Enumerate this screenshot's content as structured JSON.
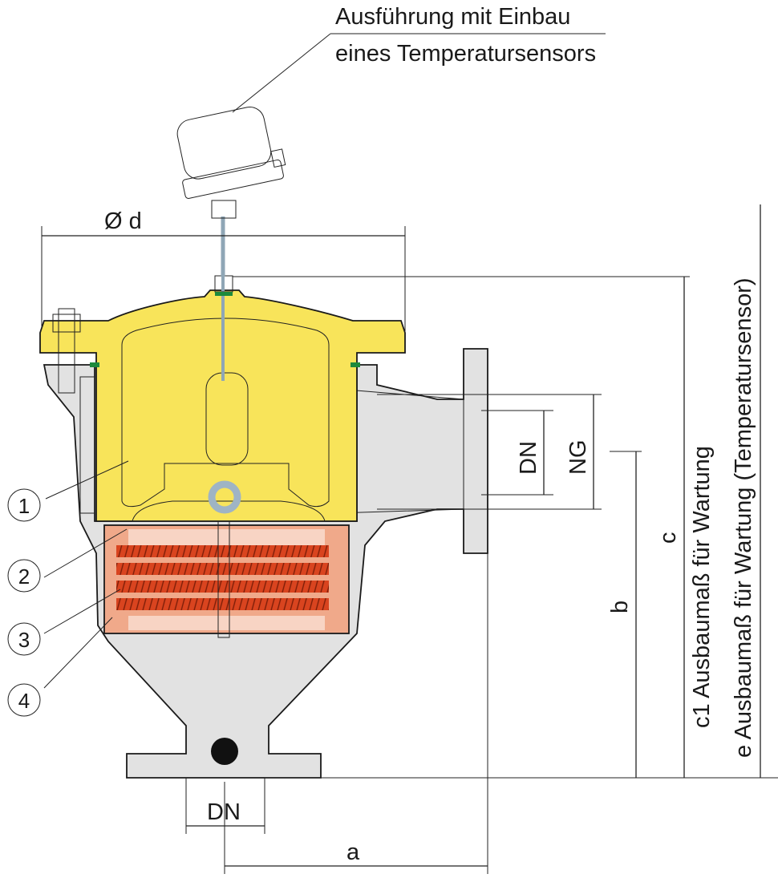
{
  "title": {
    "line1": "Ausführung mit Einbau",
    "line2": "eines Temperatursensors"
  },
  "dimensions": {
    "diameter": "Ø d",
    "dn_outlet": "DN",
    "ng": "NG",
    "dn_inlet": "DN",
    "a": "a",
    "b": "b",
    "c": "c",
    "c1": "c1 Ausbaumaß für Wartung",
    "e": "e Ausbaumaß für Wartung (Temperatursensor)"
  },
  "part_callouts": [
    "1",
    "2",
    "3",
    "4"
  ],
  "colors": {
    "housing": "#e2e2e2",
    "cover": "#f8e45a",
    "cover_light": "#fdf6cc",
    "arrester": "#f0a98a",
    "arrester_light": "#f8d4c4",
    "arrester_bands": "#d9441f",
    "sensor": "#c6d6e0"
  }
}
